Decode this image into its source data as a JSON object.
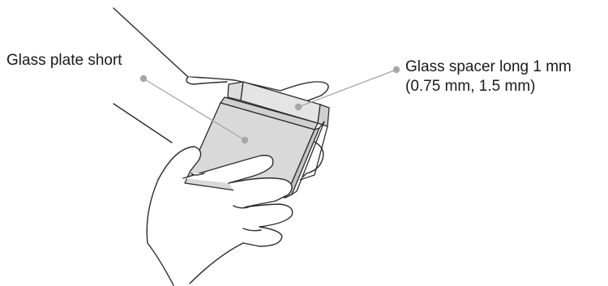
{
  "labels": {
    "glass_plate": "Glass plate short",
    "glass_spacer_line1": "Glass spacer long 1 mm",
    "glass_spacer_line2": "(0.75 mm, 1.5 mm)"
  },
  "colors": {
    "outline": "#2b2b2b",
    "glass_fill": "#d9d9d9",
    "spacer_fill": "#e4e4e4",
    "leader_line": "#a6a6a6",
    "background": "#ffffff"
  }
}
